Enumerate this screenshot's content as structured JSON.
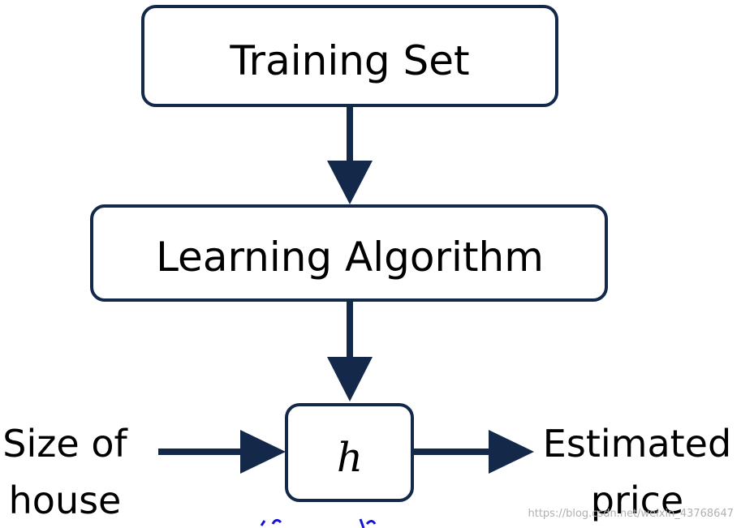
{
  "nodes": {
    "training_set": {
      "label": "Training Set"
    },
    "learning_algorithm": {
      "label": "Learning Algorithm"
    },
    "hypothesis": {
      "label": "h"
    }
  },
  "inputs": {
    "line1": "Size of",
    "line2": "house"
  },
  "outputs": {
    "line1": "Estimated",
    "line2": "price"
  },
  "watermark": "https://blog.csdn.net/weixin_43768647",
  "colors": {
    "box_stroke": "#14294a",
    "arrow": "#14294a",
    "text": "#000000",
    "watermark": "#b0b0b0",
    "blue_fragment": "#1515d8"
  }
}
